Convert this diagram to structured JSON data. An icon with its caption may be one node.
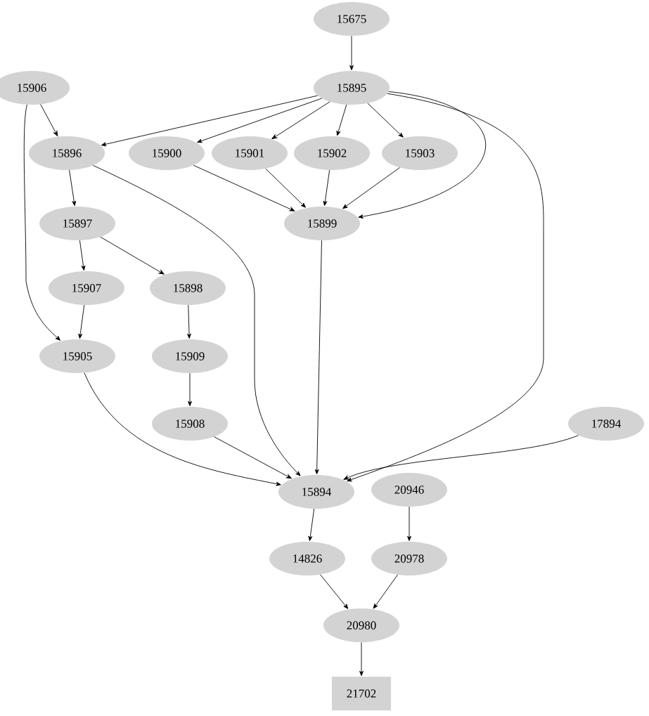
{
  "diagram": {
    "nodes": [
      {
        "text": [
          "15675"
        ]
      },
      {
        "text": [
          "15906"
        ]
      },
      {
        "text": [
          "15895"
        ]
      },
      {
        "text": [
          "15896"
        ]
      },
      {
        "text": [
          "15900"
        ]
      },
      {
        "text": [
          "15901"
        ]
      },
      {
        "text": [
          "15902"
        ]
      },
      {
        "text": [
          "15903"
        ]
      },
      {
        "text": [
          "15897"
        ]
      },
      {
        "text": [
          "15899"
        ]
      },
      {
        "text": [
          "15907"
        ]
      },
      {
        "text": [
          "15898"
        ]
      },
      {
        "text": [
          "15905"
        ]
      },
      {
        "text": [
          "15909"
        ]
      },
      {
        "text": [
          "15908"
        ]
      },
      {
        "text": [
          "17894"
        ]
      },
      {
        "text": [
          "15894"
        ]
      },
      {
        "text": [
          "20946"
        ]
      },
      {
        "text": [
          "14826"
        ]
      },
      {
        "text": [
          "20978"
        ]
      },
      {
        "text": [
          "20980"
        ]
      },
      {
        "text": [
          "21702"
        ]
      }
    ],
    "edges": [
      {
        "from": 0,
        "to": 2,
        "arrow": "to"
      },
      {
        "from": 1,
        "to": 3,
        "arrow": "to"
      },
      {
        "from": 1,
        "to": 12,
        "arrow": "to"
      },
      {
        "from": 2,
        "to": 3,
        "arrow": "to"
      },
      {
        "from": 2,
        "to": 4,
        "arrow": "to"
      },
      {
        "from": 2,
        "to": 5,
        "arrow": "to"
      },
      {
        "from": 2,
        "to": 6,
        "arrow": "to"
      },
      {
        "from": 2,
        "to": 7,
        "arrow": "to"
      },
      {
        "from": 2,
        "to": 9,
        "arrow": "to"
      },
      {
        "from": 2,
        "to": 16,
        "arrow": "to"
      },
      {
        "from": 3,
        "to": 8,
        "arrow": "to"
      },
      {
        "from": 3,
        "to": 16,
        "arrow": "to"
      },
      {
        "from": 4,
        "to": 9,
        "arrow": "to"
      },
      {
        "from": 5,
        "to": 9,
        "arrow": "to"
      },
      {
        "from": 6,
        "to": 9,
        "arrow": "to"
      },
      {
        "from": 7,
        "to": 9,
        "arrow": "to"
      },
      {
        "from": 8,
        "to": 10,
        "arrow": "to"
      },
      {
        "from": 8,
        "to": 11,
        "arrow": "to"
      },
      {
        "from": 9,
        "to": 16,
        "arrow": "to"
      },
      {
        "from": 10,
        "to": 12,
        "arrow": "to"
      },
      {
        "from": 11,
        "to": 13,
        "arrow": "to"
      },
      {
        "from": 13,
        "to": 14,
        "arrow": "to"
      },
      {
        "from": 12,
        "to": 16,
        "arrow": "to"
      },
      {
        "from": 14,
        "to": 16,
        "arrow": "to"
      },
      {
        "from": 15,
        "to": 16,
        "arrow": "to"
      },
      {
        "from": 16,
        "to": 18,
        "arrow": "to"
      },
      {
        "from": 17,
        "to": 19,
        "arrow": "to"
      },
      {
        "from": 18,
        "to": 20,
        "arrow": "to"
      },
      {
        "from": 19,
        "to": 20,
        "arrow": "to"
      },
      {
        "from": 20,
        "to": 21,
        "arrow": "to"
      }
    ]
  }
}
